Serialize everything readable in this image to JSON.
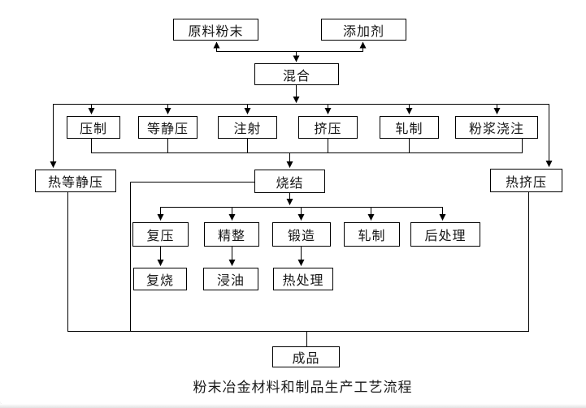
{
  "diagram": {
    "caption": "粉末冶金材料和制品生产工艺流程",
    "nodes": {
      "raw_powder": "原料粉末",
      "additive": "添加剂",
      "mixing": "混合",
      "pressing": "压制",
      "isostatic_pressing": "等静压",
      "injection": "注射",
      "extrusion": "挤压",
      "rolling": "轧制",
      "slurry_casting": "粉浆浇注",
      "hot_isostatic_pressing": "热等静压",
      "sintering": "烧结",
      "hot_extrusion": "热挤压",
      "repressing": "复压",
      "sizing": "精整",
      "forging": "锻造",
      "rolling_2": "轧制",
      "post_treatment": "后处理",
      "resintering": "复烧",
      "oil_impregnation": "浸油",
      "heat_treatment": "热处理",
      "finished_product": "成品"
    }
  }
}
